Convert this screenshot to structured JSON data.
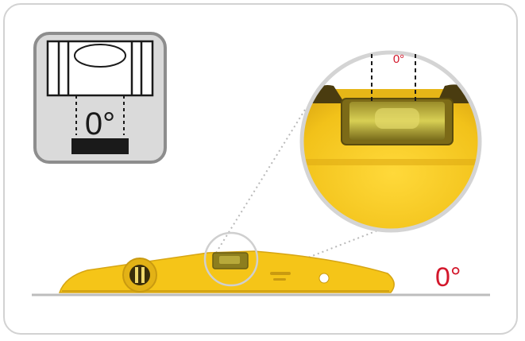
{
  "diagram": {
    "icon_angle_label": "0°",
    "zoom_angle_label": "0°",
    "ground_angle_label": "0°",
    "colors": {
      "level_body": "#f5c518",
      "level_dark": "#c99a10",
      "angle_text": "#d3172b",
      "ground_line": "#bdbdbd",
      "icon_frame": "#8d8d8d",
      "icon_fill": "#dadada"
    }
  }
}
